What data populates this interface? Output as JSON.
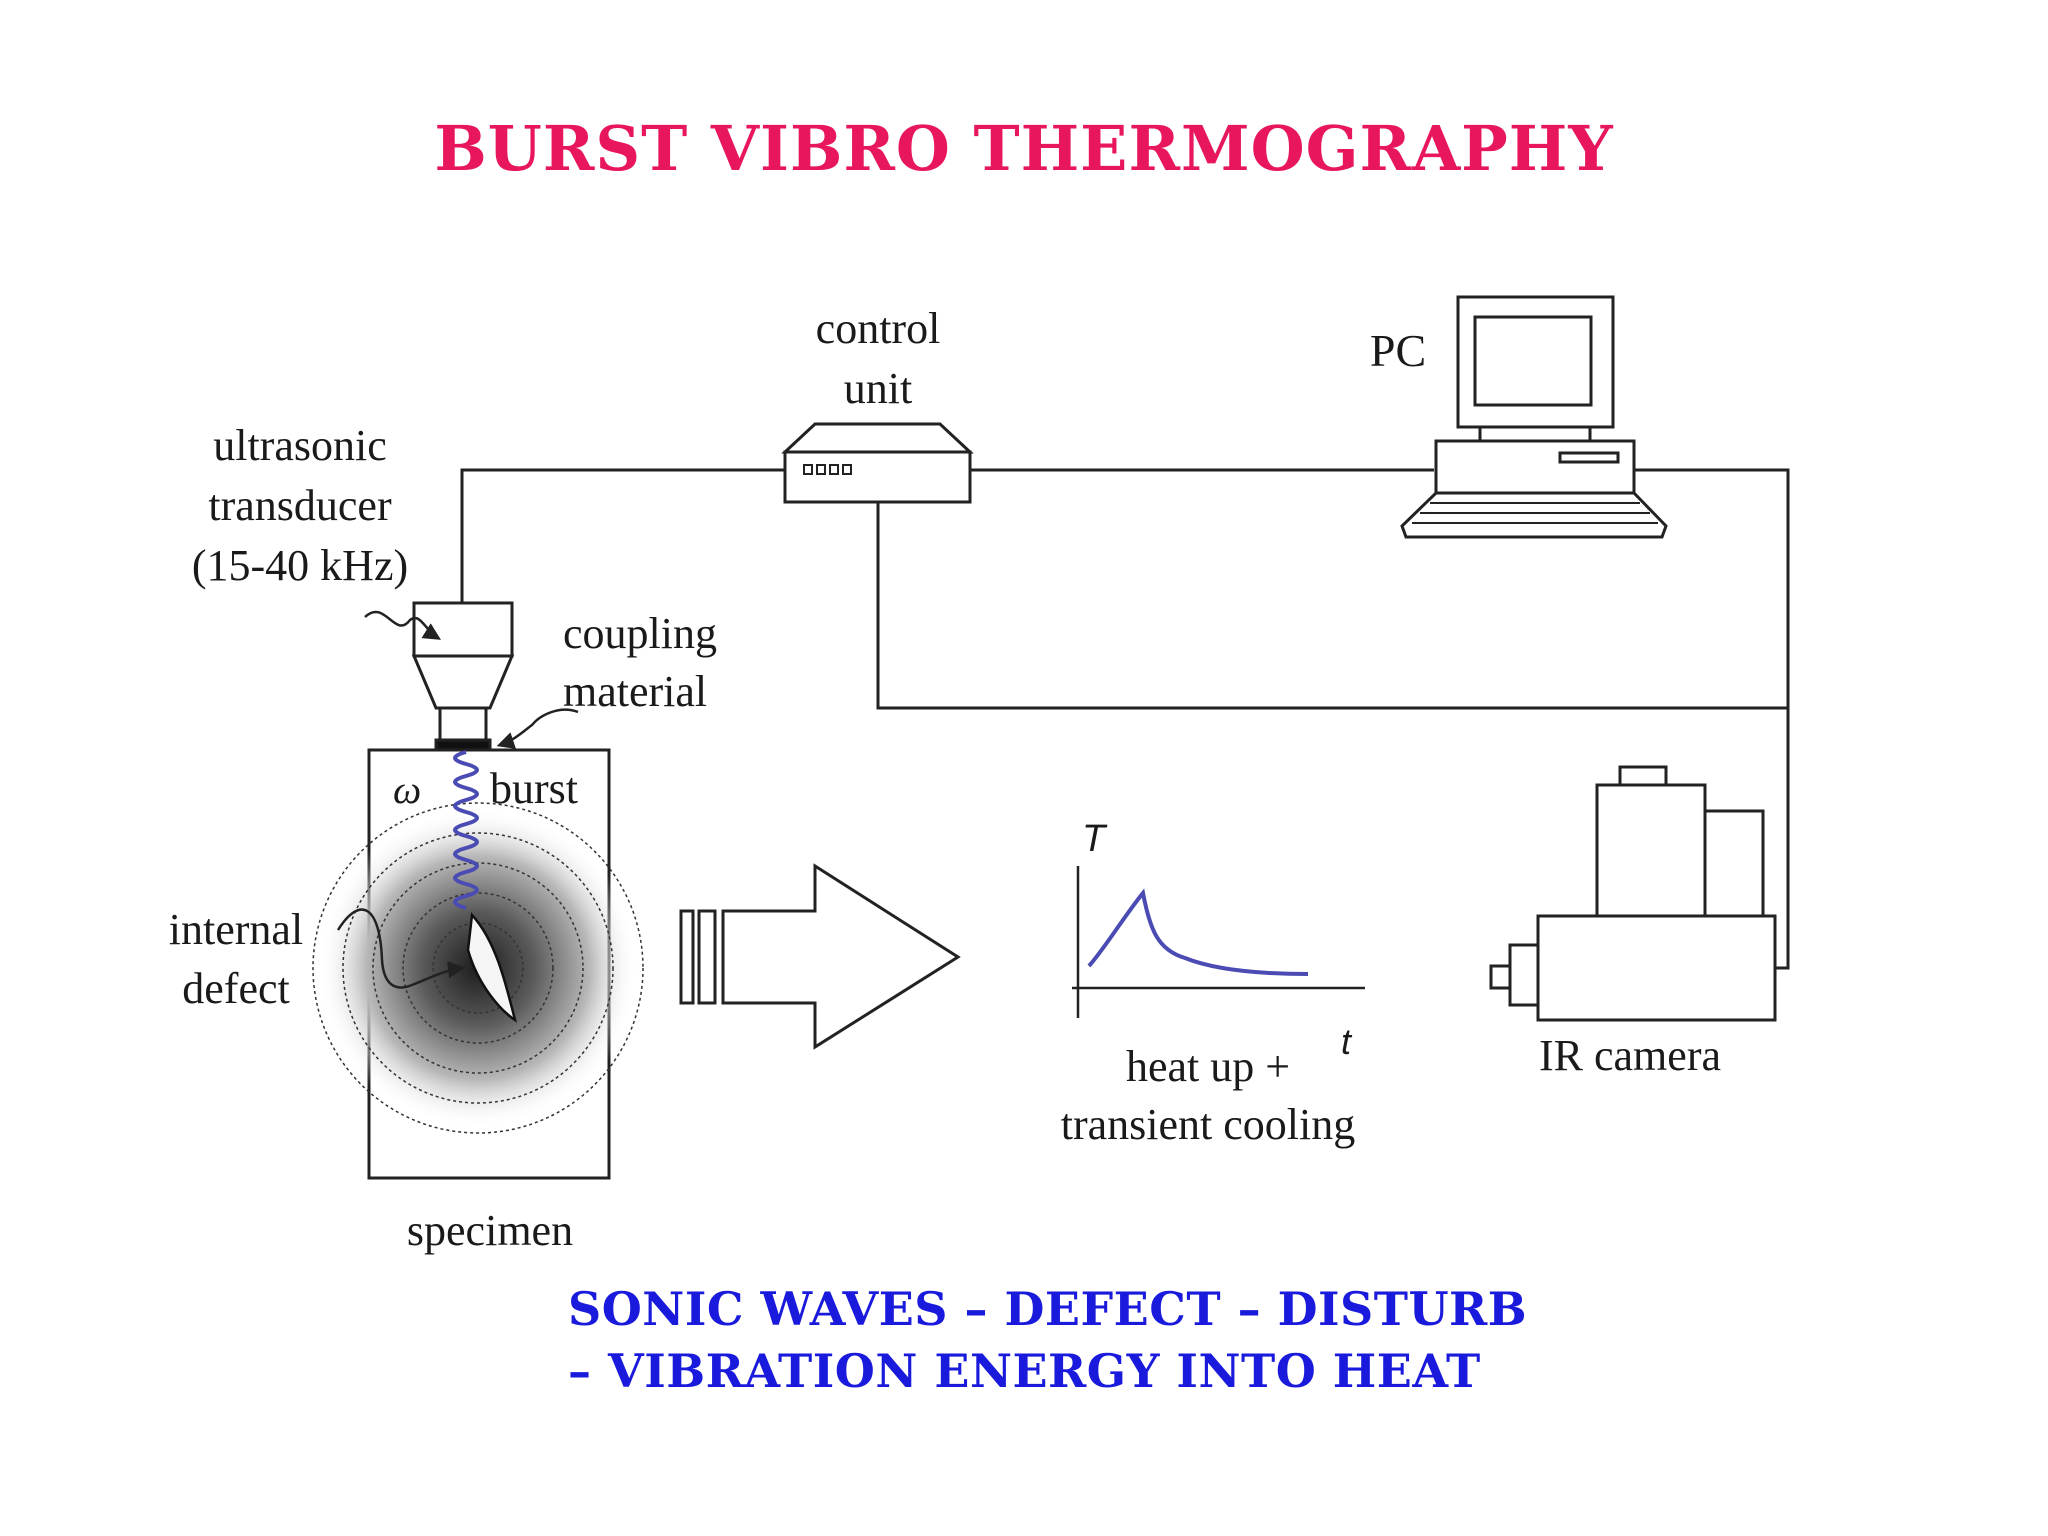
{
  "title": "BURST VIBRO THERMOGRAPHY",
  "caption": {
    "line1": "SONIC WAVES – DEFECT – DISTURB",
    "line2": "– VIBRATION ENERGY INTO HEAT"
  },
  "diagram": {
    "transducer_label": [
      "ultrasonic",
      "transducer",
      "(15-40 kHz)"
    ],
    "coupling_label": [
      "coupling",
      "material"
    ],
    "control_unit_label": [
      "control",
      "unit"
    ],
    "pc_label": "PC",
    "burst_label": "burst",
    "omega_label": "ω",
    "defect_label": [
      "internal",
      "defect"
    ],
    "specimen_label": "specimen",
    "ir_camera_label": "IR camera",
    "graph_t_axis": "T",
    "graph_time_axis": "t",
    "graph_caption": [
      "heat up +",
      "transient cooling"
    ],
    "colors": {
      "title": "#e8175d",
      "caption": "#1a1adc",
      "wave": "#4b4bb4",
      "curve": "#4b4bb4",
      "line": "#222222"
    }
  }
}
